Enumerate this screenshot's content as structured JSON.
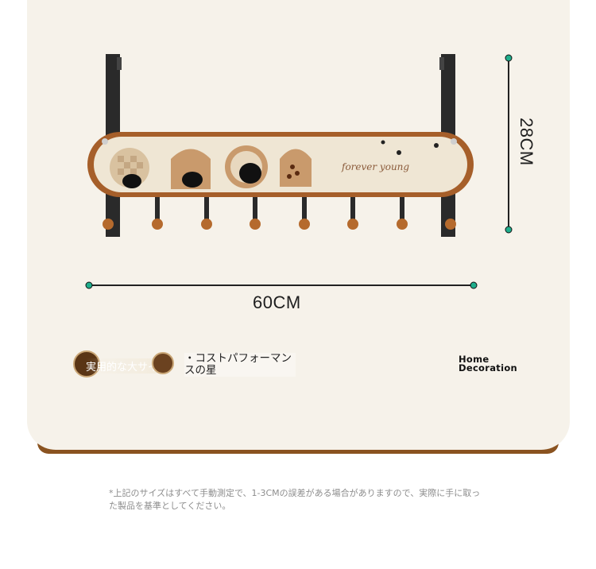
{
  "product": {
    "width_label": "60CM",
    "height_label": "28CM",
    "sticker_text": "forever young"
  },
  "features": [
    {
      "label": "実用的な大サイズ"
    },
    {
      "label": "・コストパフォーマンスの星"
    }
  ],
  "brand": {
    "line1": "Home",
    "line2": "Decoration"
  },
  "footnote": "*上記のサイズはすべて手動測定で、1-3CMの誤差がある場合がありますので、実際に手に取った製品を基準としてください。",
  "colors": {
    "background": "#f6f2ea",
    "wood": "#a8612a",
    "accent_dot": "#1fae8c"
  }
}
